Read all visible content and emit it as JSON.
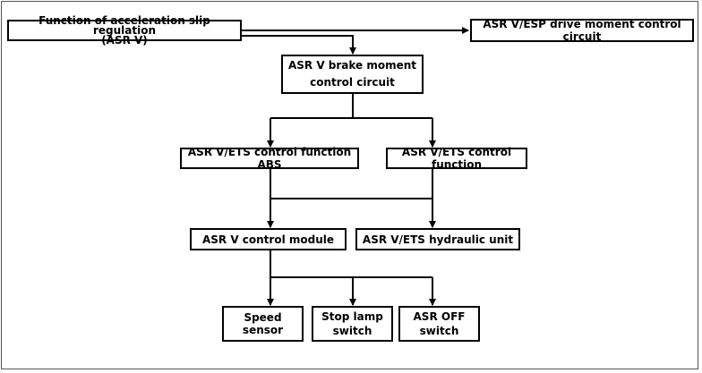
{
  "diagram": {
    "nodes": {
      "function_asr": {
        "lines": [
          "Function of acceleration slip regulation",
          "(ASR V)"
        ]
      },
      "drive_moment": {
        "lines": [
          "ASR V/ESP drive moment control circuit"
        ]
      },
      "brake_moment": {
        "lines": [
          "ASR V brake moment",
          "control circuit"
        ]
      },
      "ets_abs": {
        "lines": [
          "ASR V/ETS control function ABS"
        ]
      },
      "ets_control": {
        "lines": [
          "ASR V/ETS control function"
        ]
      },
      "control_module": {
        "lines": [
          "ASR V control module"
        ]
      },
      "hydraulic_unit": {
        "lines": [
          "ASR V/ETS hydraulic unit"
        ]
      },
      "speed_sensor": {
        "lines": [
          "Speed sensor"
        ]
      },
      "stop_lamp": {
        "lines": [
          "Stop lamp",
          "switch"
        ]
      },
      "asr_off": {
        "lines": [
          "ASR OFF",
          "switch"
        ]
      }
    },
    "colors": {
      "line": "#000000",
      "box_border": "#000000",
      "frame": "#555555"
    }
  }
}
